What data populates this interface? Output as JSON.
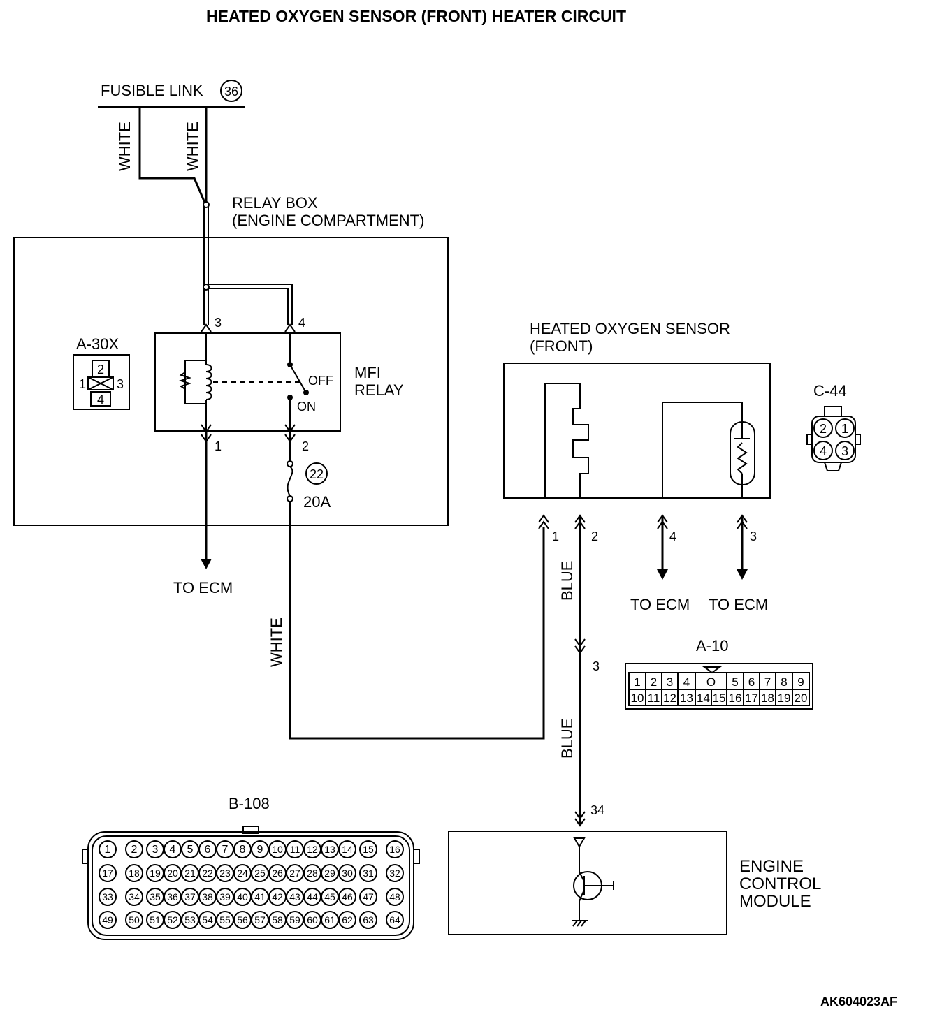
{
  "title": "HEATED OXYGEN SENSOR (FRONT) HEATER CIRCUIT",
  "fusible_link": {
    "label": "FUSIBLE LINK",
    "number": "36"
  },
  "wires": {
    "white": "WHITE",
    "blue": "BLUE"
  },
  "relay_box": {
    "line1": "RELAY BOX",
    "line2": "(ENGINE COMPARTMENT)"
  },
  "relay": {
    "line1": "MFI",
    "line2": "RELAY",
    "off": "OFF",
    "on": "ON",
    "pins": [
      "1",
      "2",
      "3",
      "4"
    ]
  },
  "fuse": {
    "number": "22",
    "rating": "20A"
  },
  "connector_a30x": {
    "name": "A-30X",
    "pins": [
      "1",
      "2",
      "3",
      "4"
    ]
  },
  "sensor": {
    "line1": "HEATED OXYGEN SENSOR",
    "line2": "(FRONT)",
    "pins": [
      "1",
      "2",
      "3",
      "4"
    ]
  },
  "connector_c44": {
    "name": "C-44",
    "pins": [
      "1",
      "2",
      "3",
      "4"
    ]
  },
  "to_ecm": "TO ECM",
  "connector_a10": {
    "name": "A-10",
    "row1": [
      "1",
      "2",
      "3",
      "4",
      "O",
      "5",
      "6",
      "7",
      "8",
      "9"
    ],
    "row2": [
      "10",
      "11",
      "12",
      "13",
      "14",
      "15",
      "16",
      "17",
      "18",
      "19",
      "20"
    ]
  },
  "junction_pin": "3",
  "ecm_pin": "34",
  "connector_b108": {
    "name": "B-108",
    "rows": [
      [
        "1",
        "2",
        "3",
        "4",
        "5",
        "6",
        "7",
        "8",
        "9",
        "10",
        "11",
        "12",
        "13",
        "14",
        "15",
        "16"
      ],
      [
        "17",
        "18",
        "19",
        "20",
        "21",
        "22",
        "23",
        "24",
        "25",
        "26",
        "27",
        "28",
        "29",
        "30",
        "31",
        "32"
      ],
      [
        "33",
        "34",
        "35",
        "36",
        "37",
        "38",
        "39",
        "40",
        "41",
        "42",
        "43",
        "44",
        "45",
        "46",
        "47",
        "48"
      ],
      [
        "49",
        "50",
        "51",
        "52",
        "53",
        "54",
        "55",
        "56",
        "57",
        "58",
        "59",
        "60",
        "61",
        "62",
        "63",
        "64"
      ]
    ]
  },
  "ecm": {
    "line1": "ENGINE",
    "line2": "CONTROL",
    "line3": "MODULE"
  },
  "figure_code": "AK604023AF"
}
